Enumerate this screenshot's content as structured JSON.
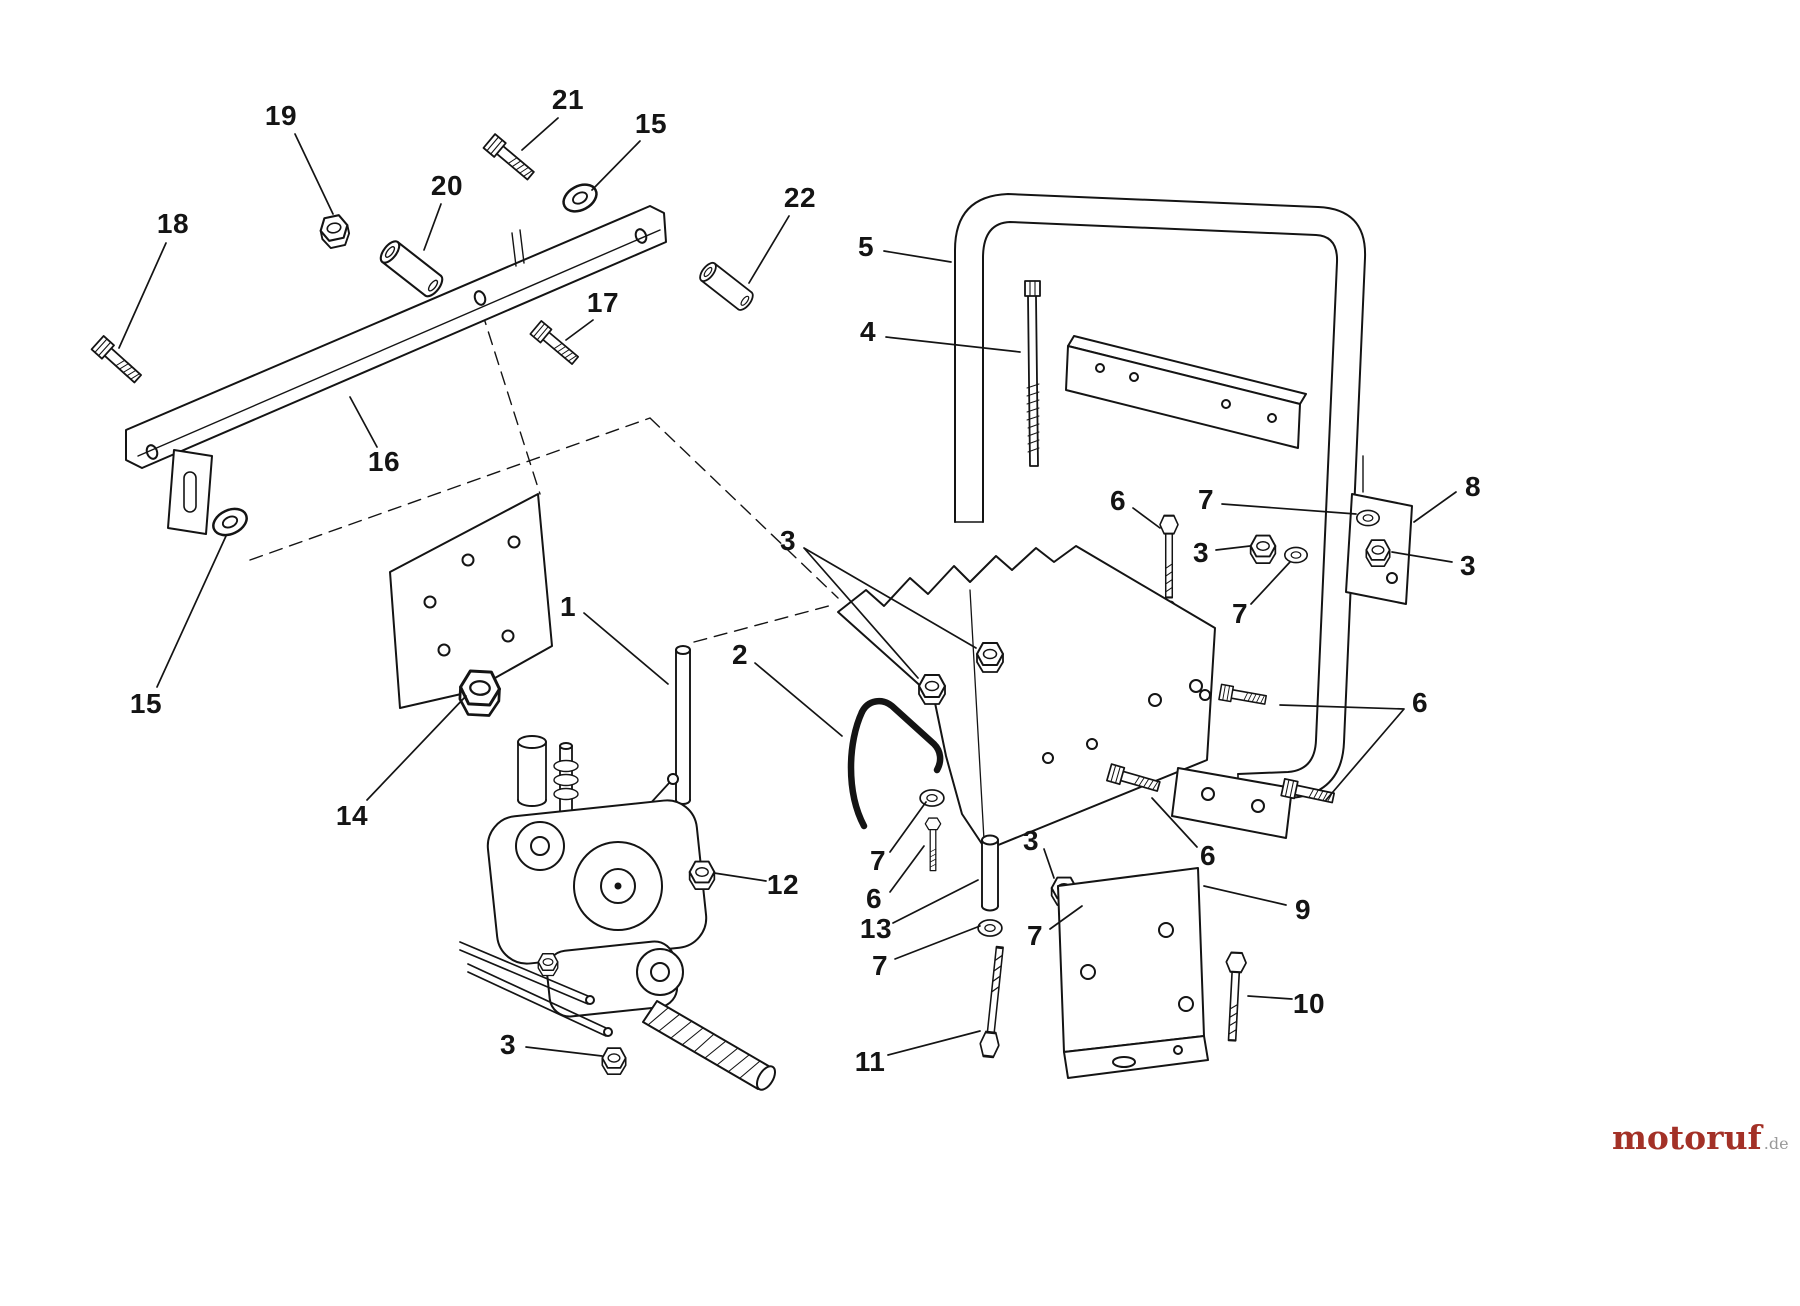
{
  "page": {
    "background": "#ffffff",
    "ink": "#141414"
  },
  "watermark": {
    "brand": "motoruf",
    "tld": ".de",
    "brand_color": "#a33127",
    "tld_color": "#999999"
  },
  "callouts": [
    {
      "label": "19"
    },
    {
      "label": "21"
    },
    {
      "label": "15"
    },
    {
      "label": "18"
    },
    {
      "label": "20"
    },
    {
      "label": "22"
    },
    {
      "label": "17"
    },
    {
      "label": "16"
    },
    {
      "label": "15"
    },
    {
      "label": "14"
    },
    {
      "label": "5"
    },
    {
      "label": "4"
    },
    {
      "label": "6"
    },
    {
      "label": "7"
    },
    {
      "label": "3"
    },
    {
      "label": "3"
    },
    {
      "label": "8"
    },
    {
      "label": "3"
    },
    {
      "label": "7"
    },
    {
      "label": "1"
    },
    {
      "label": "2"
    },
    {
      "label": "6"
    },
    {
      "label": "7"
    },
    {
      "label": "6"
    },
    {
      "label": "13"
    },
    {
      "label": "3"
    },
    {
      "label": "7"
    },
    {
      "label": "7"
    },
    {
      "label": "12"
    },
    {
      "label": "6"
    },
    {
      "label": "9"
    },
    {
      "label": "10"
    },
    {
      "label": "11"
    },
    {
      "label": "3"
    }
  ]
}
